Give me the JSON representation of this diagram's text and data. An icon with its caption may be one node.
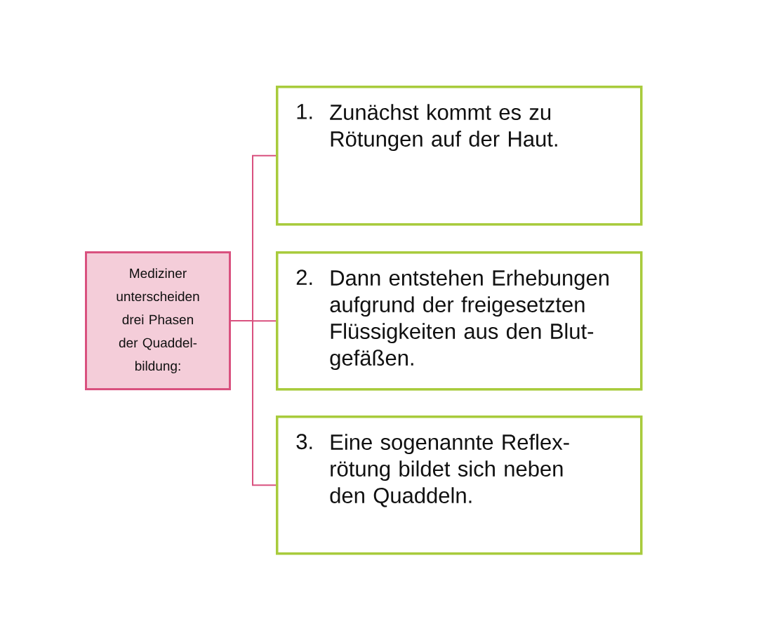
{
  "diagram": {
    "nodes": [
      {
        "text": [
          "Mediziner unterscheiden drei Phasen der Quaddel-bildung:"
        ]
      },
      {
        "text": [
          "1.",
          "Zunächst kommt es zu Rötungen auf der Haut."
        ]
      },
      {
        "text": [
          "2.",
          "Dann entstehen Erhebungen aufgrund der freigesetzten Flüssigkeiten aus den Blut-gefäßen."
        ]
      },
      {
        "text": [
          "3.",
          "Eine sogenannte Reflex-rötung bildet sich neben den Quaddeln."
        ]
      }
    ],
    "edges": [
      {
        "from": 0,
        "to": 1,
        "arrow": "none"
      },
      {
        "from": 0,
        "to": 2,
        "arrow": "none"
      },
      {
        "from": 0,
        "to": 3,
        "arrow": "none"
      }
    ]
  }
}
